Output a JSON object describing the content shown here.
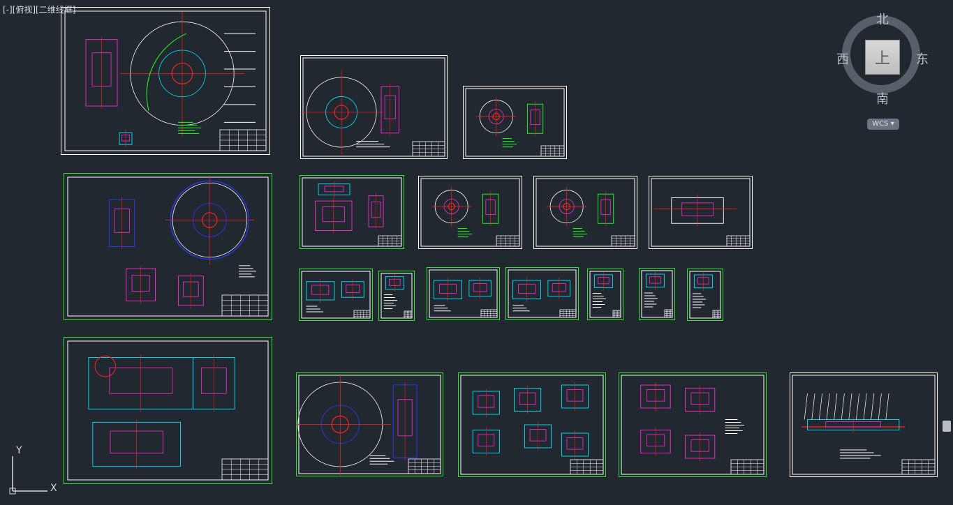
{
  "viewport": {
    "label": "[-][俯视][二维线框]"
  },
  "viewcube": {
    "face": "上",
    "north": "北",
    "south": "南",
    "east": "东",
    "west": "西",
    "wcs_label": "WCS",
    "wcs_arrow": "▾"
  },
  "ucs": {
    "y_label": "Y",
    "x_label": "X"
  },
  "colors": {
    "background": "#212830",
    "sheet_border": "#ffffff",
    "sheet_highlight": "#2ee82e",
    "red": "#ff2020",
    "cyan": "#00e5ff",
    "magenta": "#ff2bd6",
    "blue": "#2b3bff",
    "green": "#22ff22",
    "yellow": "#ffff33"
  }
}
